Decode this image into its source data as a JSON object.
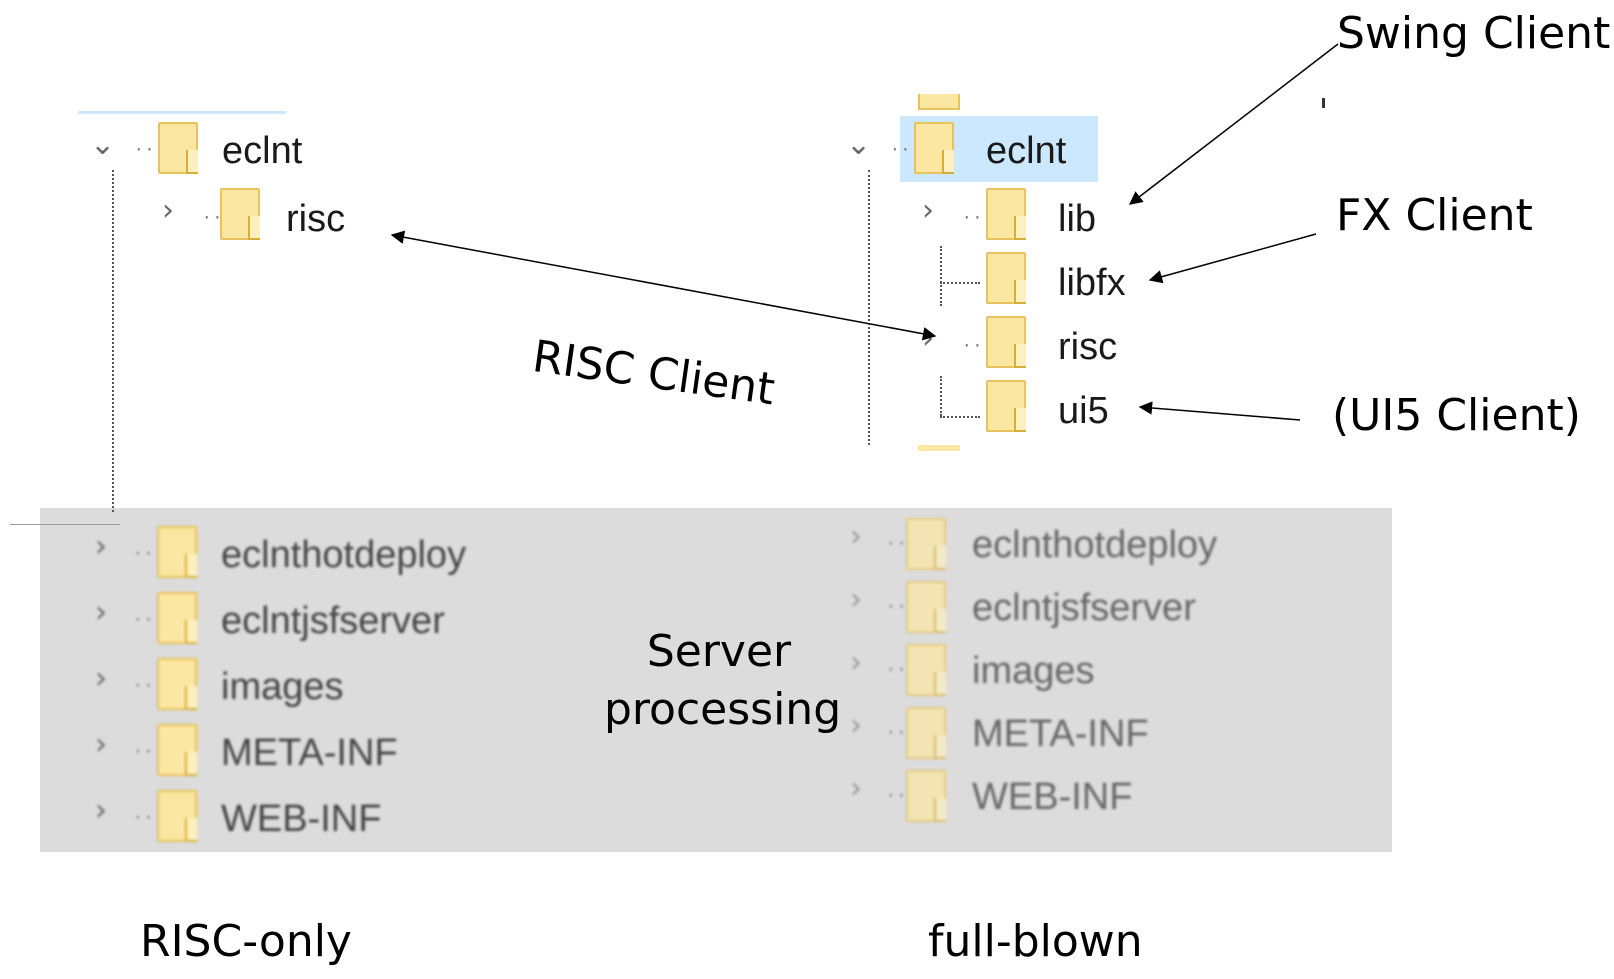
{
  "left_tree": {
    "root": "eclnt",
    "children": [
      "risc"
    ],
    "server_items": [
      "eclnthotdeploy",
      "eclntjsfserver",
      "images",
      "META-INF",
      "WEB-INF"
    ]
  },
  "right_tree": {
    "root": "eclnt",
    "children": [
      "lib",
      "libfx",
      "risc",
      "ui5"
    ],
    "server_items": [
      "eclnthotdeploy",
      "eclntjsfserver",
      "images",
      "META-INF",
      "WEB-INF"
    ]
  },
  "annotations": {
    "swing": "Swing Client",
    "fx": "FX Client",
    "risc": "RISC Client",
    "ui5": "(UI5 Client)",
    "server_line1": "Server",
    "server_line2": "processing"
  },
  "captions": {
    "left": "RISC-only",
    "right": "full-blown"
  },
  "icons": {
    "expanded": "chevron-down-icon",
    "collapsed": "chevron-right-icon",
    "folder": "folder-icon"
  },
  "colors": {
    "folder_fill": "#fbe7a1",
    "selection": "#cce8ff",
    "server_panel": "#dcdcdc"
  }
}
